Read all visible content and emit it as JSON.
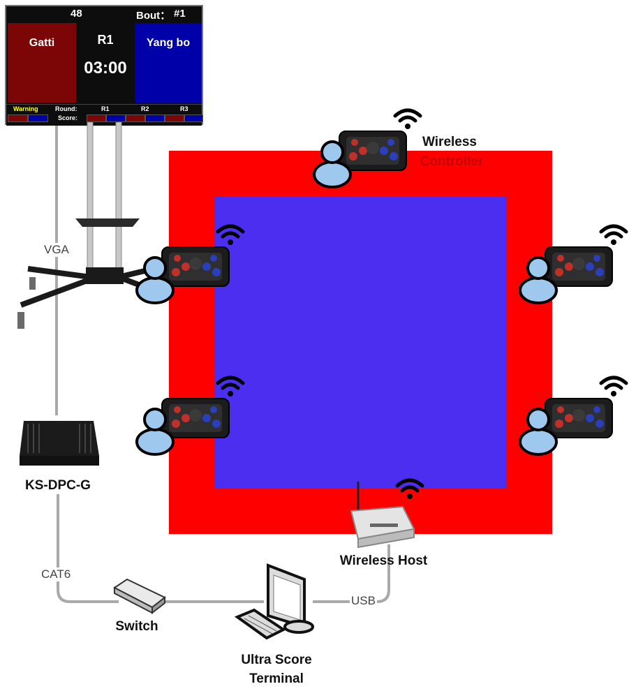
{
  "scoreboard": {
    "top_number": "48",
    "bout_label": "Bout：",
    "bout_number": "#1",
    "red_name": "Gatti",
    "blue_name": "Yang bo",
    "round": "R1",
    "timer": "03:00",
    "warning_label": "Warning",
    "round_label": "Round:",
    "score_label": "Score:",
    "rounds": [
      "R1",
      "R2",
      "R3"
    ]
  },
  "labels": {
    "wireless_controller_line1": "Wireless",
    "wireless_controller_line2": "Controller",
    "computer": "KS-DPC-G",
    "wireless_host": "Wireless Host",
    "switch": "Switch",
    "terminal_line1": "Ultra Score",
    "terminal_line2": "Terminal"
  },
  "connections": {
    "vga": "VGA",
    "cat6": "CAT6",
    "usb": "USB"
  },
  "colors": {
    "mat_outer": "#ff0000",
    "mat_inner": "#4b2ef0",
    "controller_label_accent": "#c40000",
    "cable": "#a9a9a9"
  }
}
